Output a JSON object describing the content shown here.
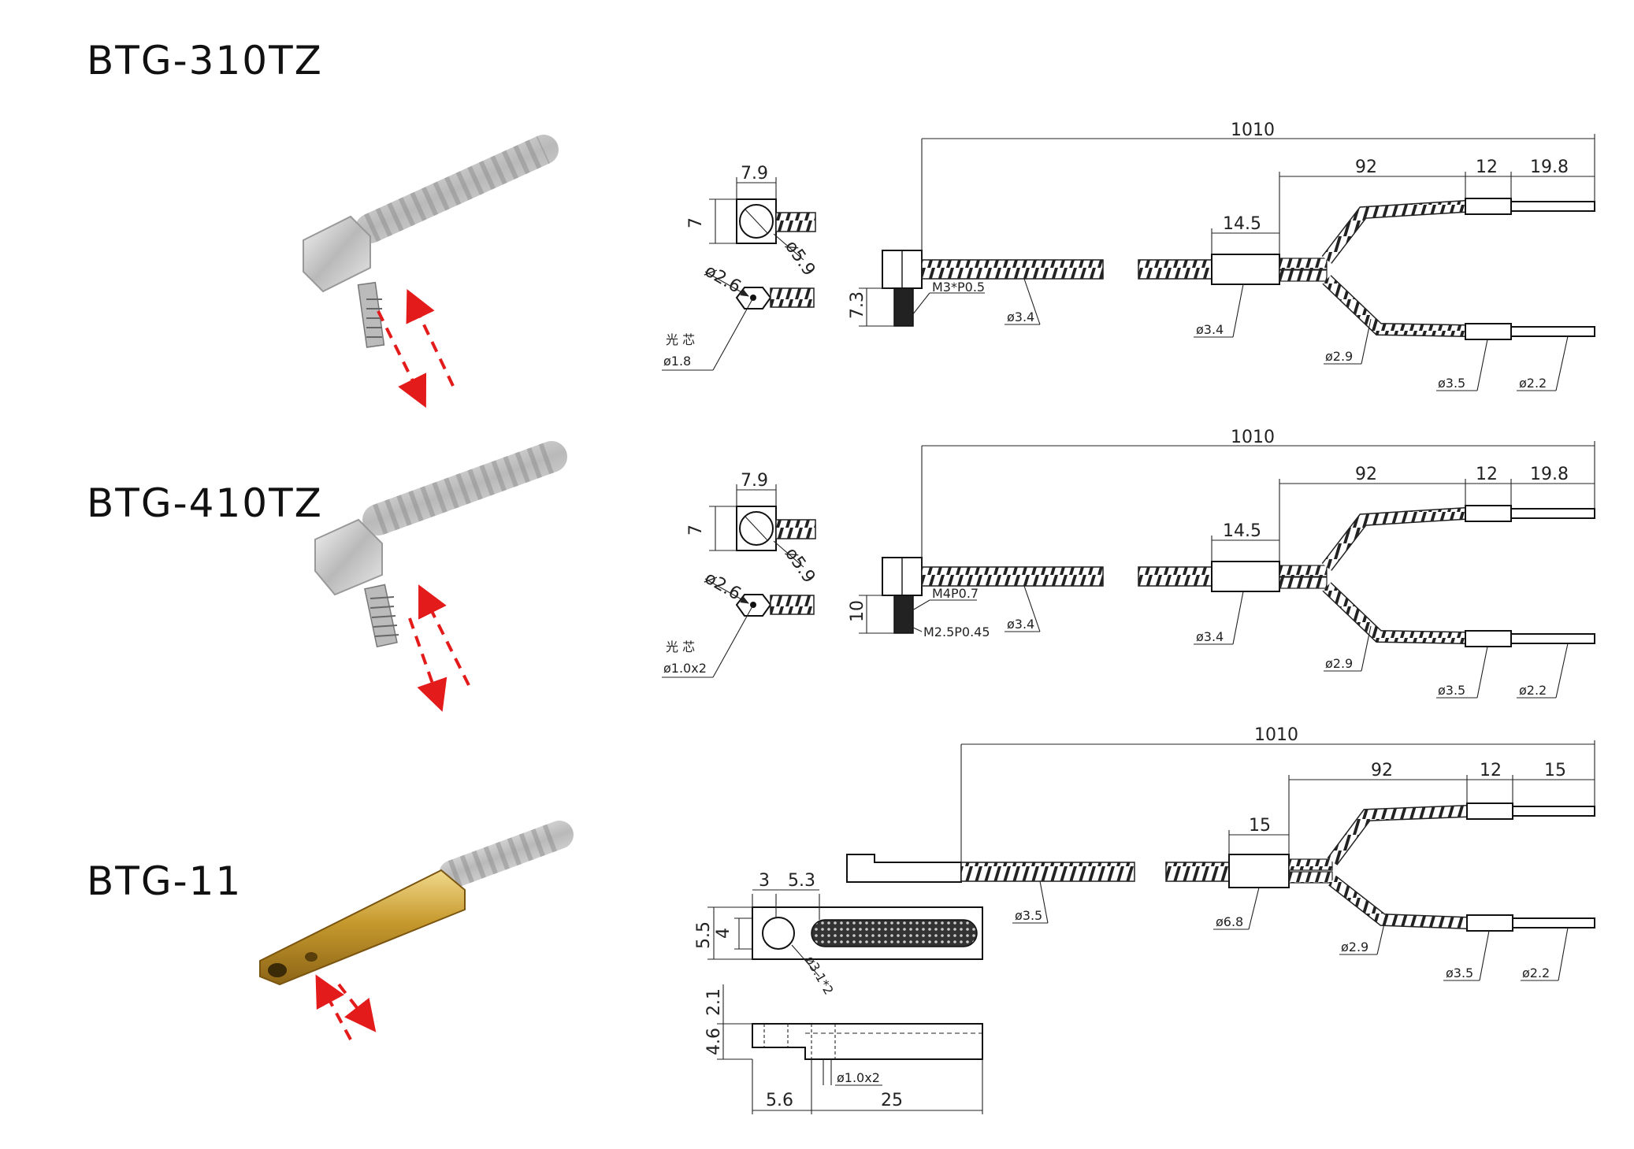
{
  "products": [
    {
      "model": "BTG-310TZ",
      "head": {
        "width": "7.9",
        "height": "7",
        "bend": "ø5.9",
        "hole": "ø2.6",
        "core_label": "光 芯",
        "core": "ø1.8"
      },
      "thread": {
        "height": "7.3",
        "spec": "M3*P0.5"
      },
      "dims": {
        "total": "1010",
        "branch": "92",
        "sleeve": "12",
        "tip": "19.8",
        "splitter": "14.5"
      },
      "diameters": {
        "cable": "ø3.4",
        "splitter": "ø3.4",
        "branch": "ø2.9",
        "sleeve": "ø3.5",
        "tip": "ø2.2"
      }
    },
    {
      "model": "BTG-410TZ",
      "head": {
        "width": "7.9",
        "height": "7",
        "bend": "ø5.9",
        "hole": "ø2.6",
        "core_label": "光 芯",
        "core": "ø1.0x2"
      },
      "thread": {
        "height": "10",
        "spec": "M4P0.7",
        "spec2": "M2.5P0.45"
      },
      "dims": {
        "total": "1010",
        "branch": "92",
        "sleeve": "12",
        "tip": "19.8",
        "splitter": "14.5"
      },
      "diameters": {
        "cable": "ø3.4",
        "splitter": "ø3.4",
        "branch": "ø2.9",
        "sleeve": "ø3.5",
        "tip": "ø2.2"
      }
    },
    {
      "model": "BTG-11",
      "head": {
        "a": "3",
        "b": "5.3",
        "h1": "5.5",
        "h2": "4",
        "hole": "ø3.1*2",
        "t1": "2.1",
        "t2": "4.6",
        "core": "ø1.0x2",
        "l1": "5.6",
        "l2": "25"
      },
      "dims": {
        "total": "1010",
        "branch": "92",
        "sleeve": "12",
        "tip": "15",
        "splitter": "15"
      },
      "diameters": {
        "cable": "ø3.5",
        "splitter": "ø6.8",
        "branch": "ø2.9",
        "sleeve": "ø3.5",
        "tip": "ø2.2"
      }
    }
  ]
}
